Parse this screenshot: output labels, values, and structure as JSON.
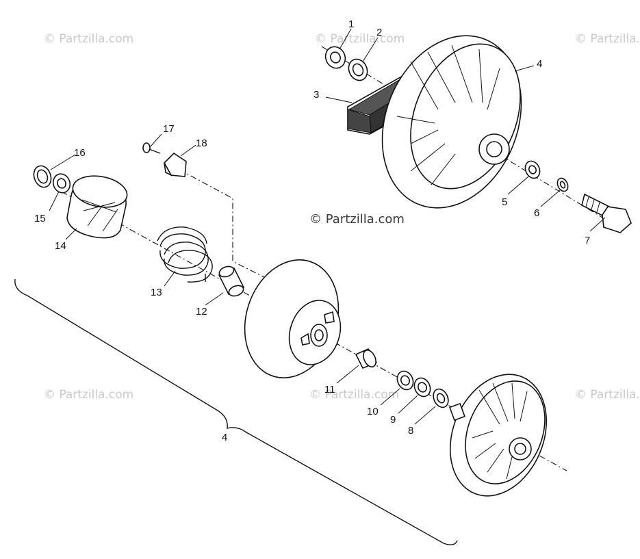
{
  "watermark": {
    "text": "© Partzilla.com"
  },
  "callouts": [
    "1",
    "2",
    "3",
    "4",
    "5",
    "6",
    "7",
    "8",
    "9",
    "10",
    "11",
    "12",
    "13",
    "14",
    "15",
    "16",
    "17",
    "18"
  ],
  "assembly_label": "4"
}
